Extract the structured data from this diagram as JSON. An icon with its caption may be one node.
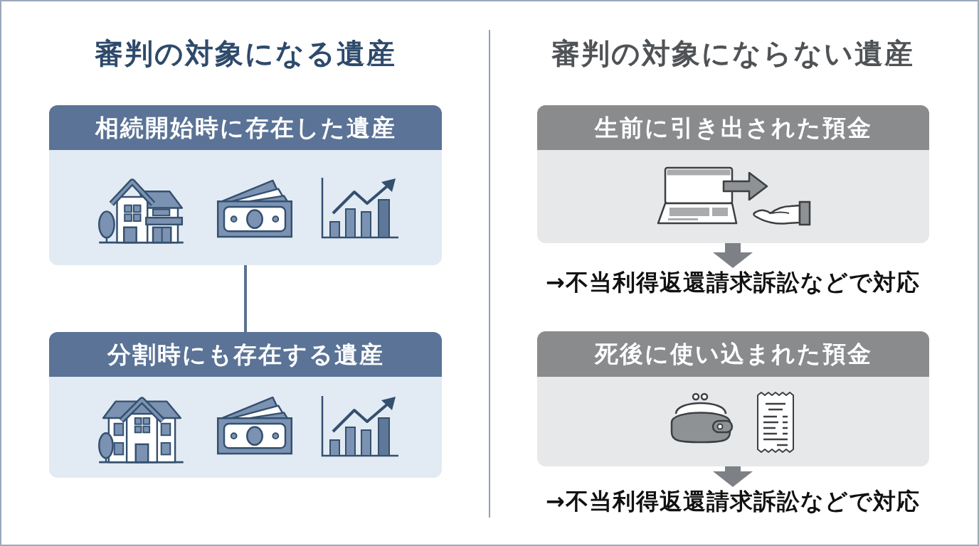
{
  "diagram": {
    "nodes": [
      {
        "text": [
          "相続開始時に存在した遺産"
        ]
      },
      {
        "text": [
          "分割時にも存在する遺産"
        ]
      },
      {
        "text": [
          "生前に引き出された預金"
        ]
      },
      {
        "text": [
          "→不当利得返還請求訴訟などで対応"
        ]
      },
      {
        "text": [
          "死後に使い込まれた預金"
        ]
      },
      {
        "text": [
          "→不当利得返還請求訴訟などで対応"
        ]
      }
    ],
    "edges": [
      {
        "from": 0,
        "to": 1,
        "arrow": "none",
        "color": "#5b7291"
      },
      {
        "from": 2,
        "to": 3,
        "arrow": "to"
      },
      {
        "from": 4,
        "to": 5,
        "arrow": "to"
      }
    ],
    "labels": [
      "審判の対象になる遺産",
      "審判の対象にならない遺産"
    ]
  }
}
